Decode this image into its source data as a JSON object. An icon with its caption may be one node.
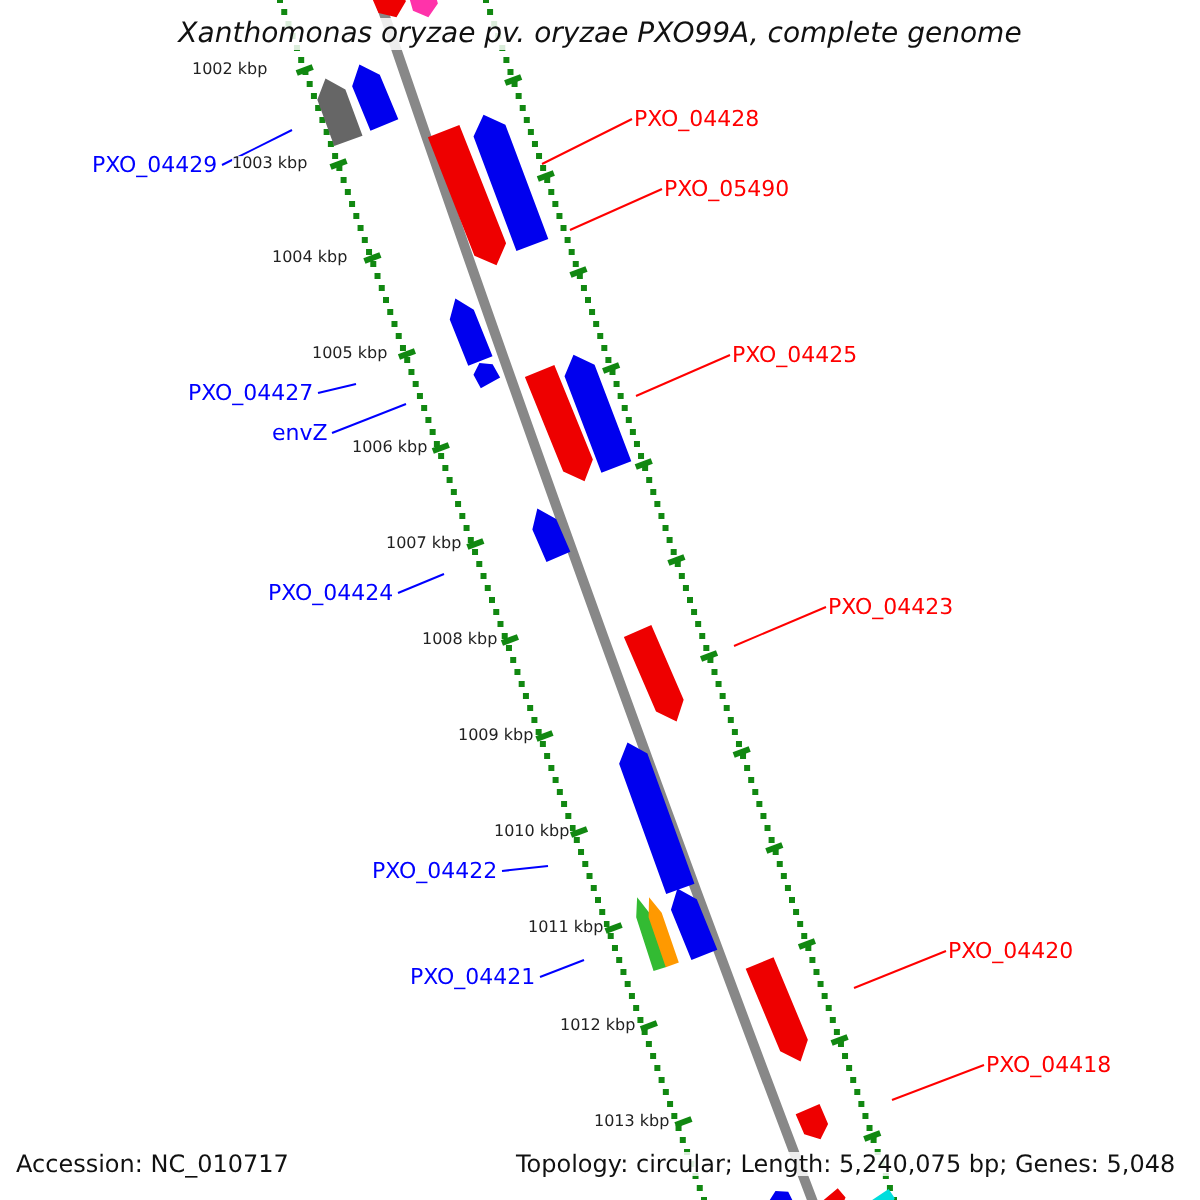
{
  "diagram": {
    "title": "Xanthomonas oryzae pv. oryzae PXO99A, complete genome",
    "nodes": [
      {
        "text": [
          "PXO_04428"
        ]
      },
      {
        "text": [
          "PXO_04429"
        ]
      },
      {
        "text": [
          "PXO_05490"
        ]
      },
      {
        "text": [
          "PXO_04425"
        ]
      },
      {
        "text": [
          "PXO_04427"
        ]
      },
      {
        "text": [
          "envZ"
        ]
      },
      {
        "text": [
          "PXO_04424"
        ]
      },
      {
        "text": [
          "PXO_04423"
        ]
      },
      {
        "text": [
          "PXO_04422"
        ]
      },
      {
        "text": [
          "PXO_04420"
        ]
      },
      {
        "text": [
          "PXO_04421"
        ]
      },
      {
        "text": [
          "PXO_04418"
        ]
      }
    ],
    "edges": [
      {
        "from": 0,
        "to": null,
        "arrow": "none",
        "color": "#ff0000"
      },
      {
        "from": 1,
        "to": null,
        "arrow": "none",
        "color": "#0000ff"
      },
      {
        "from": 2,
        "to": null,
        "arrow": "none",
        "color": "#ff0000"
      },
      {
        "from": 3,
        "to": null,
        "arrow": "none",
        "color": "#ff0000"
      },
      {
        "from": 4,
        "to": null,
        "arrow": "none",
        "color": "#0000ff"
      },
      {
        "from": 5,
        "to": null,
        "arrow": "none",
        "color": "#0000ff"
      },
      {
        "from": 6,
        "to": null,
        "arrow": "none",
        "color": "#0000ff"
      },
      {
        "from": 7,
        "to": null,
        "arrow": "none",
        "color": "#ff0000"
      },
      {
        "from": 8,
        "to": null,
        "arrow": "none",
        "color": "#0000ff"
      },
      {
        "from": 9,
        "to": null,
        "arrow": "none",
        "color": "#ff0000"
      },
      {
        "from": 10,
        "to": null,
        "arrow": "none",
        "color": "#0000ff"
      },
      {
        "from": 11,
        "to": null,
        "arrow": "none",
        "color": "#ff0000"
      }
    ],
    "labels": [
      "1002 kbp",
      "1003 kbp",
      "1004 kbp",
      "1005 kbp",
      "1006 kbp",
      "1007 kbp",
      "1008 kbp",
      "1009 kbp",
      "1010 kbp",
      "1011 kbp",
      "1012 kbp",
      "1013 kbp",
      "Accession: NC_010717",
      "Topology: circular; Length: 5,240,075 bp; Genes: 5,048"
    ]
  }
}
